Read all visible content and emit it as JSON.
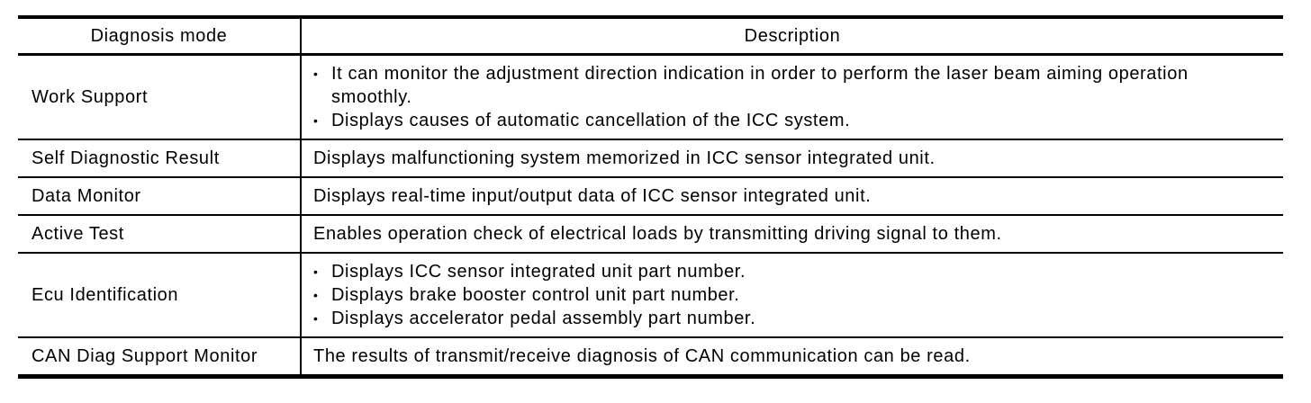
{
  "colors": {
    "background": "#ffffff",
    "text": "#000000",
    "border": "#000000"
  },
  "glyphs": {
    "bullet": "•"
  },
  "table": {
    "columns": [
      "Diagnosis mode",
      "Description"
    ],
    "rows": [
      {
        "mode": "Work Support",
        "bullets": [
          "It can monitor the adjustment direction indication in order to perform the laser beam aiming operation smoothly.",
          "Displays causes of automatic cancellation of the ICC system."
        ]
      },
      {
        "mode": "Self Diagnostic Result",
        "description": "Displays malfunctioning system memorized in ICC sensor integrated unit."
      },
      {
        "mode": "Data Monitor",
        "description": "Displays real-time input/output data of ICC sensor integrated unit."
      },
      {
        "mode": "Active Test",
        "description": "Enables operation check of electrical loads by transmitting driving signal to them."
      },
      {
        "mode": "Ecu Identification",
        "bullets": [
          "Displays ICC sensor integrated unit part number.",
          "Displays brake booster control unit part number.",
          "Displays accelerator pedal assembly part number."
        ]
      },
      {
        "mode": "CAN Diag Support Monitor",
        "description": "The results of transmit/receive diagnosis of CAN communication can be read."
      }
    ]
  }
}
